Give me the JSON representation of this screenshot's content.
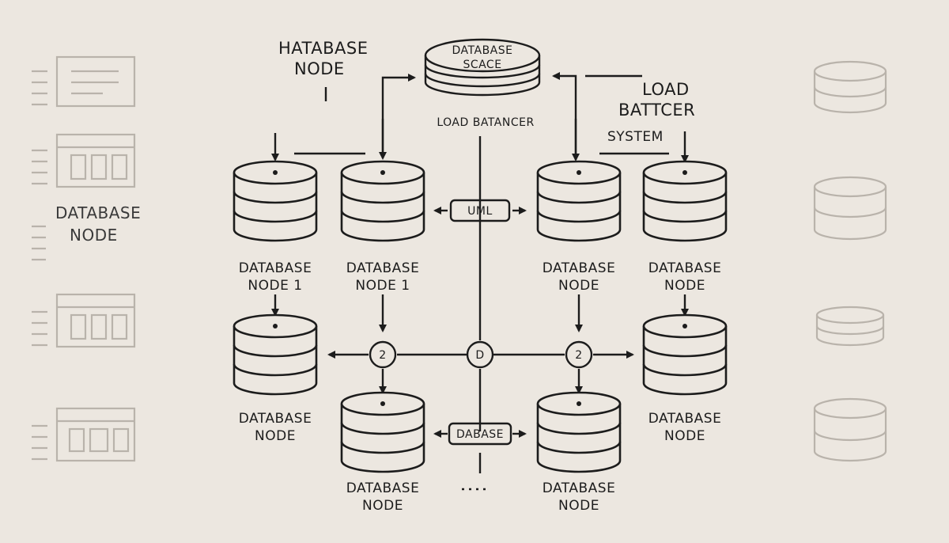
{
  "labels": {
    "top_left": [
      "HATABASE",
      "NODE"
    ],
    "top_center": [
      "DATABASE",
      "SCACE"
    ],
    "load_balancer": "LOAD BATANCER",
    "top_right": [
      "LOAD",
      "BATTCER",
      "SYSTEM"
    ],
    "side_left": [
      "DATABASE",
      "NODE"
    ],
    "uml": "UML",
    "dabase": "DABASE",
    "junction_left": "2",
    "junction_center": "D",
    "junction_right": "2"
  },
  "nodes": {
    "row1": [
      [
        "DATABASE",
        "NODE 1"
      ],
      [
        "DATABASE",
        "NODE 1"
      ],
      [
        "DATABASE",
        "NODE"
      ],
      [
        "DATABASE",
        "NODE"
      ]
    ],
    "row2_left": [
      "DATABASE",
      "NODE"
    ],
    "row2_right": [
      "DATABASE",
      "NODE"
    ],
    "row3_left": [
      "DATABASE",
      "NODE"
    ],
    "row3_right": [
      "DATABASE",
      "NODE"
    ]
  },
  "colors": {
    "background": "#ece7e0",
    "ink": "#1c1c1c",
    "faded": "#b9b3ab"
  }
}
